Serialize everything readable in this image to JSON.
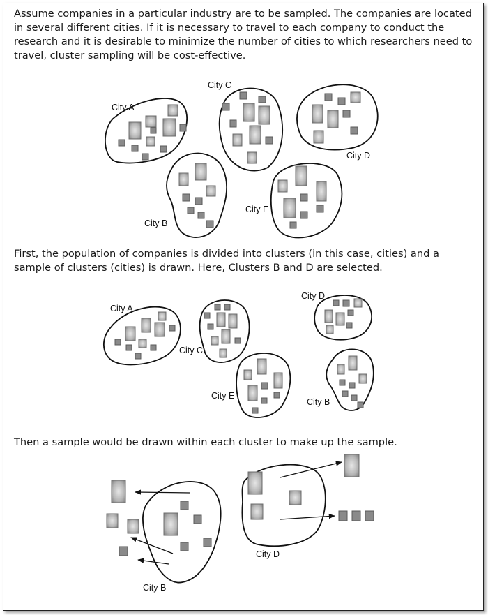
{
  "text": {
    "intro": "Assume companies in a particular industry are to be sampled. The companies are located in several different cities. If it is necessary to travel to each company to conduct the research and it is desirable to minimize the number of cities to which researchers need to travel, cluster sampling will be cost-effective.",
    "step1": "First, the population of companies is divided into clusters (in this case, cities) and a sample of clusters (cities) is drawn. Here, Clusters B and D are selected.",
    "step2": "Then a sample would be drawn within each cluster to make up the sample."
  },
  "labels": {
    "city_a": "City A",
    "city_b": "City B",
    "city_c": "City C",
    "city_d": "City D",
    "city_e": "City E"
  },
  "colors": {
    "ink": "#111111",
    "box_fill": "#b8b8b8",
    "box_edge": "#6e6e6e"
  }
}
